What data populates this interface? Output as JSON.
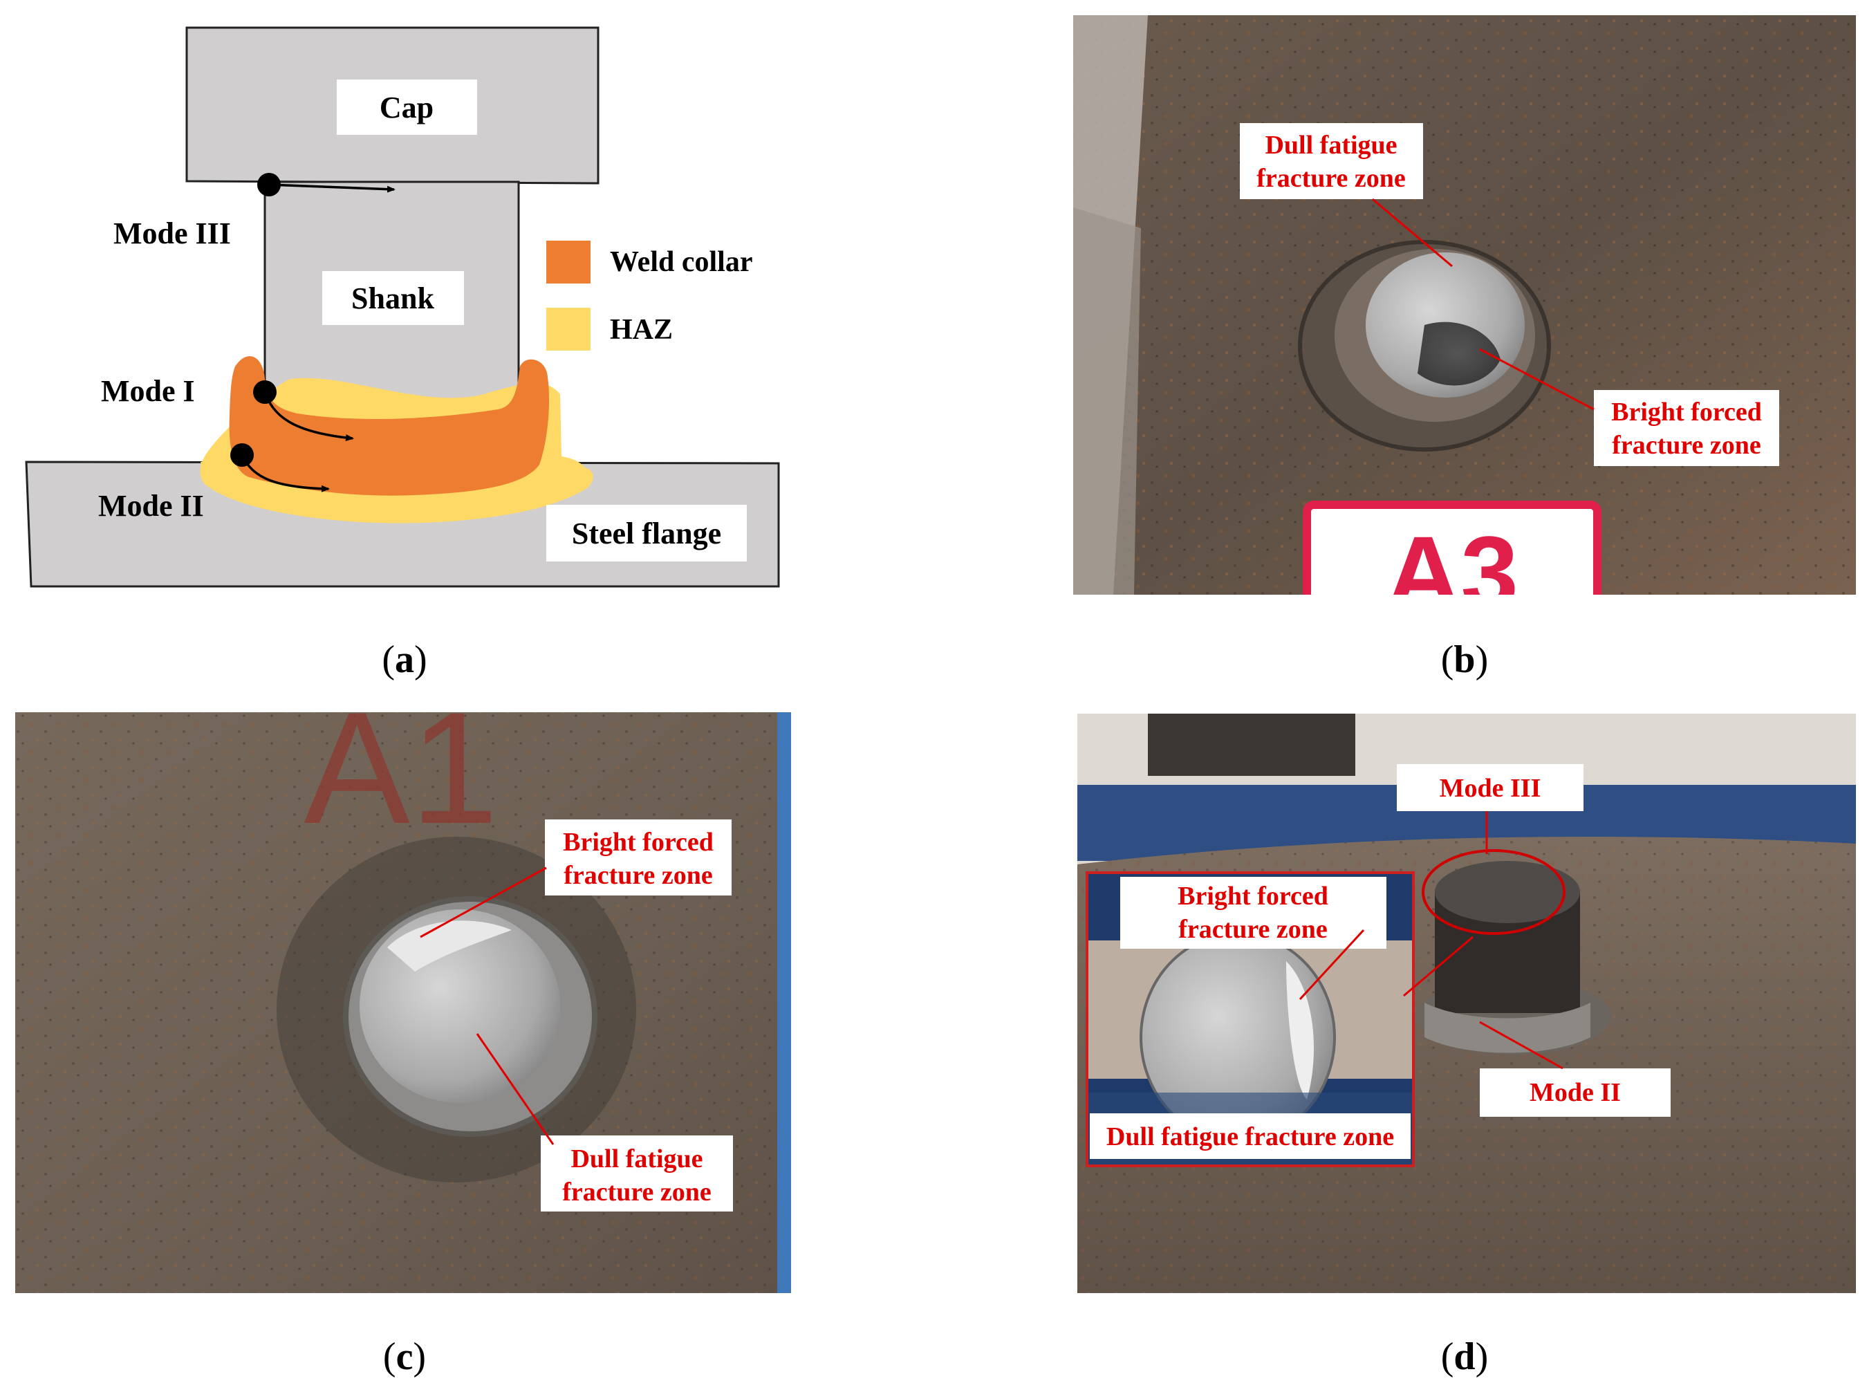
{
  "panel_a": {
    "cap": "Cap",
    "shank": "Shank",
    "mode3": "Mode III",
    "mode1": "Mode I",
    "mode2": "Mode II",
    "flange": "Steel flange",
    "legend_weld": "Weld collar",
    "legend_haz": "HAZ",
    "weld_color": "#ed7d31",
    "haz_color": "#ffd966",
    "caption_open": "(",
    "caption_letter": "a",
    "caption_close": ")"
  },
  "panel_b": {
    "dull_line1": "Dull fatigue",
    "dull_line2": "fracture zone",
    "bright_line1": "Bright forced",
    "bright_line2": "fracture zone",
    "tag_text": "A3",
    "caption_letter": "b"
  },
  "panel_c": {
    "bright_line1": "Bright forced",
    "bright_line2": "fracture zone",
    "dull_line1": "Dull fatigue",
    "dull_line2": "fracture zone",
    "marking_text": "A1",
    "caption_letter": "c"
  },
  "panel_d": {
    "mode3": "Mode III",
    "mode2": "Mode II",
    "bright_line1": "Bright forced",
    "bright_line2": "fracture zone",
    "dull_line": "Dull fatigue fracture zone",
    "caption_letter": "d"
  },
  "colors": {
    "label_red": "#e00000"
  }
}
